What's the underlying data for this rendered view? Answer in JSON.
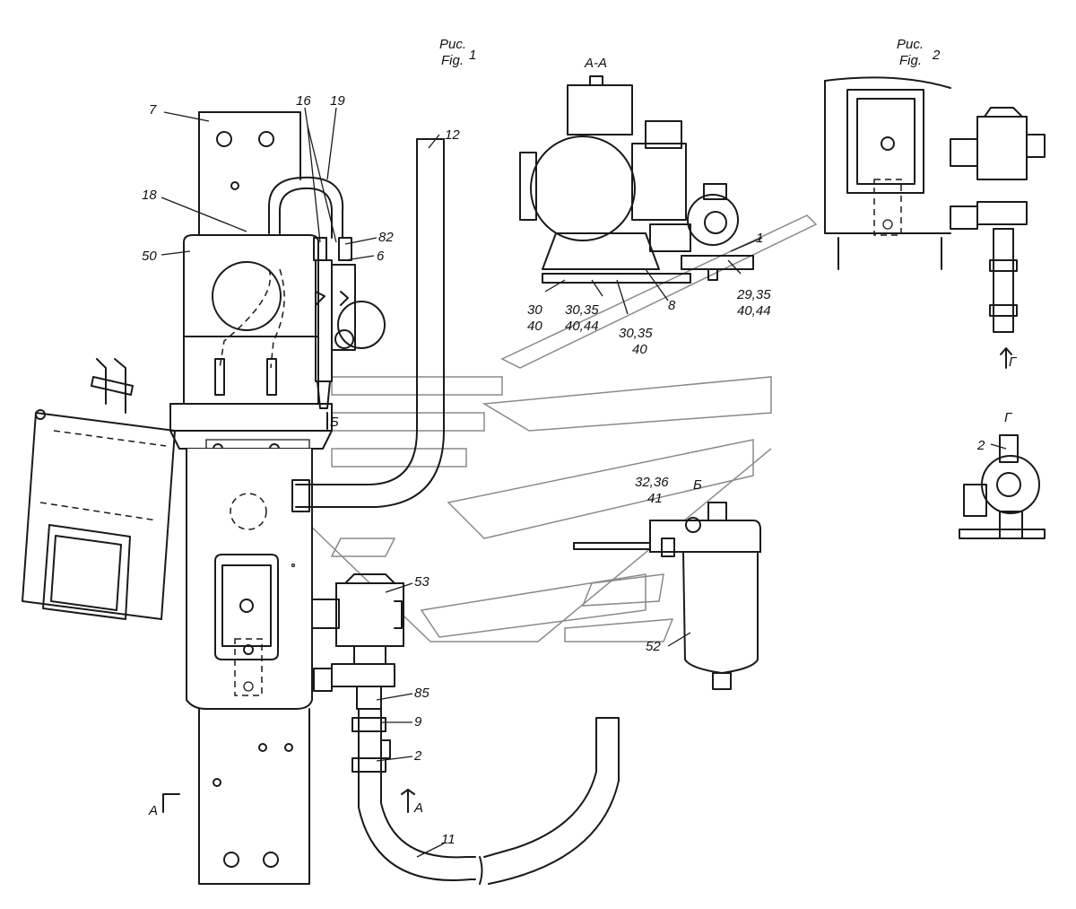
{
  "figure1": {
    "title_ru": "Рис.",
    "title_en": "Fig.",
    "number": "1"
  },
  "figure2": {
    "title_ru": "Рис.",
    "title_en": "Fig.",
    "number": "2"
  },
  "views": {
    "section_aa": "A-A",
    "view_b": "Б",
    "view_g": "Г"
  },
  "markers": {
    "a_left": "A",
    "a_right": "A",
    "b_marker": "Б",
    "g_arrow": "Г"
  },
  "callouts": {
    "c7": "7",
    "c16": "16",
    "c19": "19",
    "c12": "12",
    "c18": "18",
    "c50": "50",
    "c82": "82",
    "c6": "6",
    "c53": "53",
    "c85": "85",
    "c9": "9",
    "c2": "2",
    "c11": "11",
    "c52": "52",
    "c1": "1",
    "c8": "8",
    "c30_40_a": "30",
    "c30_40_b": "40",
    "c3035_4044_a": "30,35",
    "c3035_4044_b": "40,44",
    "c3035_40_a": "30,35",
    "c3035_40_b": "40",
    "c2935_4044_a": "29,35",
    "c2935_4044_b": "40,44",
    "c3236_41_a": "32,36",
    "c3236_41_b": "41",
    "c2_g": "2"
  }
}
